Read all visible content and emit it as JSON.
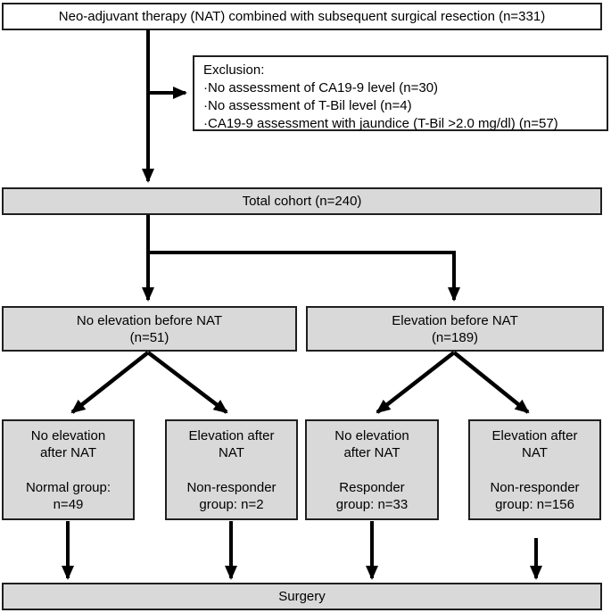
{
  "colors": {
    "bg": "#ffffff",
    "box-fill": "#d9d9d9",
    "box-border": "#1f1f1f",
    "line": "#000000"
  },
  "flowchart": {
    "top": {
      "label": "Neo-adjuvant therapy (NAT) combined with subsequent surgical resection (n=331)"
    },
    "exclusion": {
      "title": "Exclusion:",
      "items": [
        "·No assessment of CA19-9 level (n=30)",
        "·No assessment of T-Bil level (n=4)",
        "·CA19-9 assessment with jaundice (T-Bil >2.0 mg/dl) (n=57)"
      ]
    },
    "total": {
      "label": "Total cohort (n=240)"
    },
    "before_nat": {
      "no_elevation": {
        "line1": "No elevation before NAT",
        "line2": "(n=51)"
      },
      "elevation": {
        "line1": "Elevation before NAT",
        "line2": "(n=189)"
      }
    },
    "after_nat": [
      {
        "line1": "No elevation",
        "line2": "after NAT",
        "group1": "Normal group:",
        "group2": "n=49"
      },
      {
        "line1": "Elevation after",
        "line2": "NAT",
        "group1": "Non-responder",
        "group2": "group: n=2"
      },
      {
        "line1": "No elevation",
        "line2": "after NAT",
        "group1": "Responder",
        "group2": "group: n=33"
      },
      {
        "line1": "Elevation after",
        "line2": "NAT",
        "group1": "Non-responder",
        "group2": "group: n=156"
      }
    ],
    "surgery": {
      "label": "Surgery"
    }
  }
}
